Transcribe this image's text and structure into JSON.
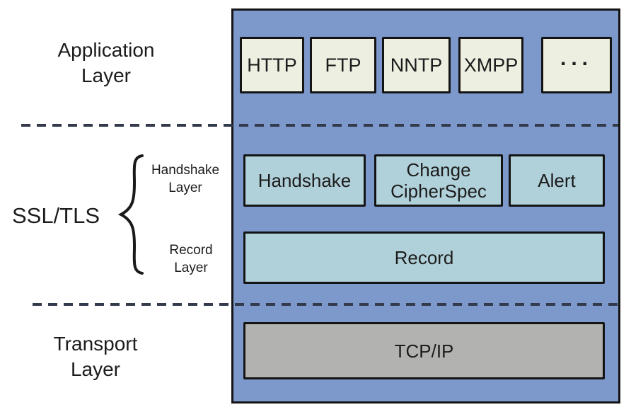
{
  "labels": {
    "application": {
      "line1": "Application",
      "line2": "Layer"
    },
    "ssl": "SSL/TLS",
    "handshake_layer": {
      "line1": "Handshake",
      "line2": "Layer"
    },
    "record_layer": {
      "line1": "Record",
      "line2": "Layer"
    },
    "transport": {
      "line1": "Transport",
      "line2": "Layer"
    }
  },
  "application_protocols": [
    "HTTP",
    "FTP",
    "NNTP",
    "XMPP",
    "..."
  ],
  "ssl_boxes": {
    "handshake": "Handshake",
    "change_cipher_spec": {
      "line1": "Change",
      "line2": "CipherSpec"
    },
    "alert": "Alert",
    "record": "Record"
  },
  "transport_box": "TCP/IP",
  "colors": {
    "container_fill": "#7d99cb",
    "app_box_fill": "#edefe1",
    "ssl_box_fill": "#b1d1da",
    "transport_box_fill": "#b2b3b0",
    "border": "#141414",
    "dash": "#333a4c",
    "text": "#1c1c1c"
  }
}
